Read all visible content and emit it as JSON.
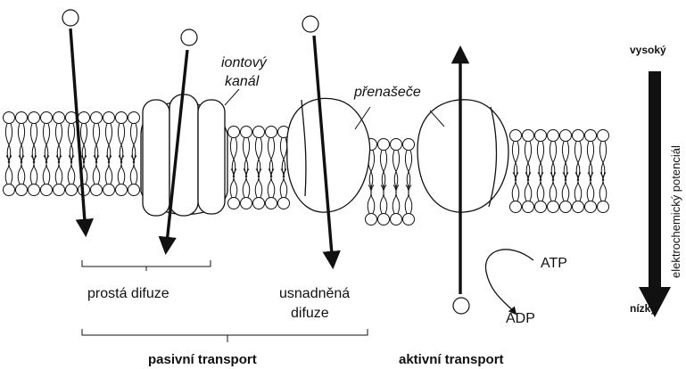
{
  "labels": {
    "ion_channel_line1": "iontový",
    "ion_channel_line2": "kanál",
    "carriers": "přenašeče",
    "simple_diffusion": "prostá difuze",
    "facilitated_line1": "usnadněná",
    "facilitated_line2": "difuze",
    "atp": "ATP",
    "adp": "ADP",
    "passive_transport": "pasivní transport",
    "active_transport": "aktivní transport",
    "high": "vysoký",
    "low": "nízký",
    "potential": "elektrochemický  potenciál"
  },
  "colors": {
    "stroke": "#111111",
    "fill": "#ffffff"
  }
}
